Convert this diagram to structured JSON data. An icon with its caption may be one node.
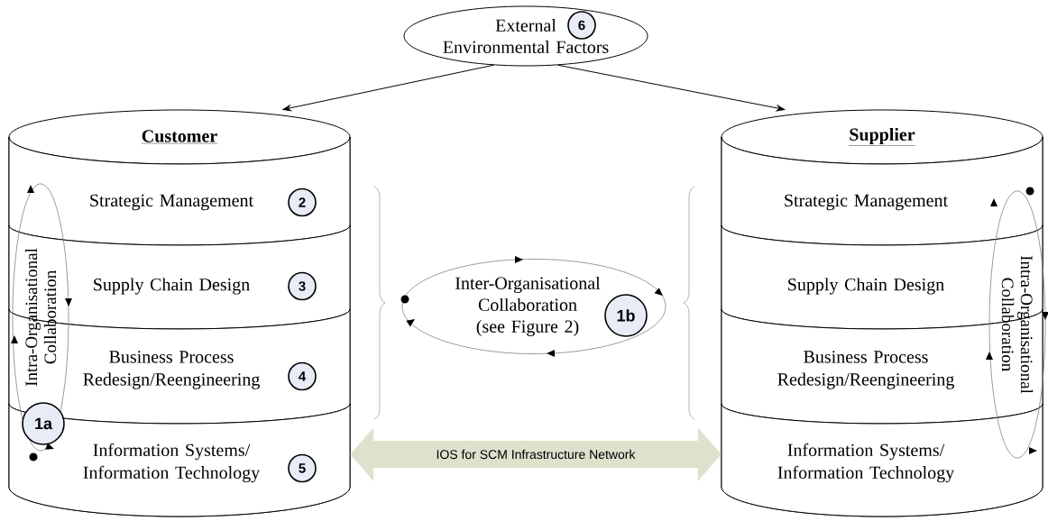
{
  "diagram": {
    "nodes": [
      {
        "text": [
          "External Environmental Factors"
        ]
      },
      {
        "text": [
          "6"
        ],
        "in": 0
      },
      {
        "text": [
          "Customer"
        ]
      },
      {
        "text": [
          "Strategic Management"
        ],
        "in": 2
      },
      {
        "text": [
          "2"
        ],
        "in": 3
      },
      {
        "text": [
          "Supply Chain Design"
        ],
        "in": 2
      },
      {
        "text": [
          "3"
        ],
        "in": 5
      },
      {
        "text": [
          "Business Process Redesign/Reengineering"
        ],
        "in": 2
      },
      {
        "text": [
          "4"
        ],
        "in": 7
      },
      {
        "text": [
          "Information Systems/ Information Technology"
        ],
        "in": 2
      },
      {
        "text": [
          "5"
        ],
        "in": 9
      },
      {
        "text": [
          "Intra-Organisational Collaboration"
        ],
        "in": 2
      },
      {
        "text": [
          "1a"
        ]
      },
      {
        "text": [
          "Inter-Organisational Collaboration (see Figure 2)"
        ]
      },
      {
        "text": [
          "1b"
        ],
        "in": 13
      },
      {
        "text": [
          "Supplier"
        ]
      },
      {
        "text": [
          "Strategic Management"
        ],
        "in": 15
      },
      {
        "text": [
          "Supply Chain Design"
        ],
        "in": 15
      },
      {
        "text": [
          "Business Process Redesign/Reengineering"
        ],
        "in": 15
      },
      {
        "text": [
          "Information Systems/ Information Technology"
        ],
        "in": 15
      },
      {
        "text": [
          "Intra-Organisational Collaboration"
        ],
        "in": 15
      }
    ],
    "edges": [
      {
        "from": 0,
        "to": 2,
        "arrow": "to"
      },
      {
        "from": 0,
        "to": 15,
        "arrow": "to"
      },
      {
        "from": 9,
        "to": 19,
        "arrow": "both",
        "label": "IOS for SCM Infrastructure Network",
        "style": "thick",
        "color": "#dde2cc"
      }
    ]
  }
}
